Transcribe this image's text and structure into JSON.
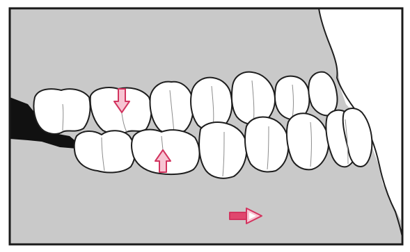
{
  "diagram": {
    "colors": {
      "background": "#ffffff",
      "frame": "#1a1a1a",
      "gum": "#c9c9c9",
      "tooth": "#ffffff",
      "outline": "#1e1e1e",
      "dark_gap": "#111111",
      "arrow_stroke": "#d2345f",
      "arrow_fill": "#f7c4d2",
      "arrow_solid": "#e0476e"
    },
    "arrows": [
      {
        "direction": "down"
      },
      {
        "direction": "up"
      },
      {
        "direction": "right"
      }
    ]
  }
}
